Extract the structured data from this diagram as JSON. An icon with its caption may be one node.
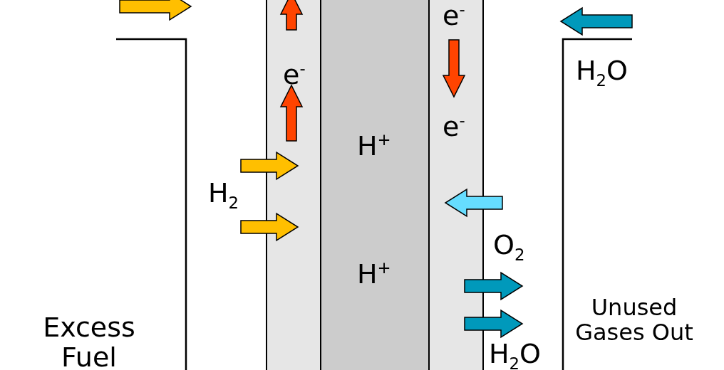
{
  "diagram": {
    "nodes": [
      {
        "text": [
          "e$^{-}$"
        ]
      },
      {
        "text": [
          "H$^{+}$",
          "H$^{+}$"
        ]
      },
      {
        "text": [
          "e$^{-}$",
          "e$^{-}$"
        ]
      }
    ],
    "labels": [
      "H$_{2}$O",
      "H$_{2}$",
      "O$_{2}$",
      "Excess Fuel",
      "Unused Gases Out",
      "H$_{2}$O"
    ]
  }
}
